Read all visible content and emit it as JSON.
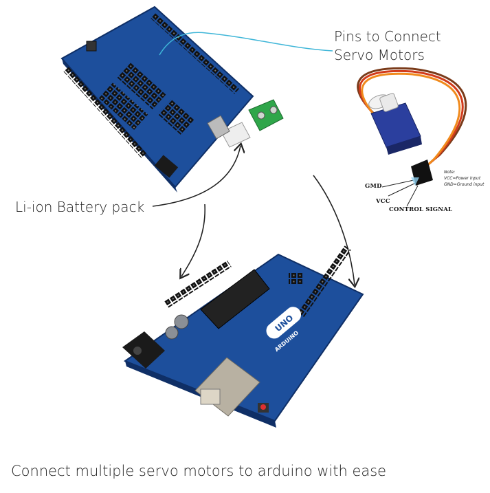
{
  "labels": {
    "pins_line1": "Pins to Connect",
    "pins_line2": "Servo Motors",
    "battery": "Li-ion Battery pack",
    "caption": "Connect multiple servo motors to arduino with ease"
  },
  "servo": {
    "wire_gnd": "GMD",
    "wire_vcc": "VCC",
    "wire_signal": "CONTROL SIGNAL",
    "note_title": "Note:",
    "note_line1": "VCC=Power input",
    "note_line2": "GND=Ground input"
  },
  "board_marks": {
    "uno_logo": "UNO",
    "arduino_text": "ARDUINO"
  },
  "colors": {
    "board_blue": "#1d4f9c",
    "board_dark": "#0f2f66",
    "header_black": "#1a1a1a",
    "terminal_green": "#2fa64a",
    "connector_white": "#eeeeee",
    "servo_body": "#2b3f9e",
    "wire_brown": "#7a3b1a",
    "wire_red": "#d23b1b",
    "wire_orange": "#f08a1c",
    "pointer_cyan": "#3fb6d8",
    "arrow_black": "#222222"
  }
}
